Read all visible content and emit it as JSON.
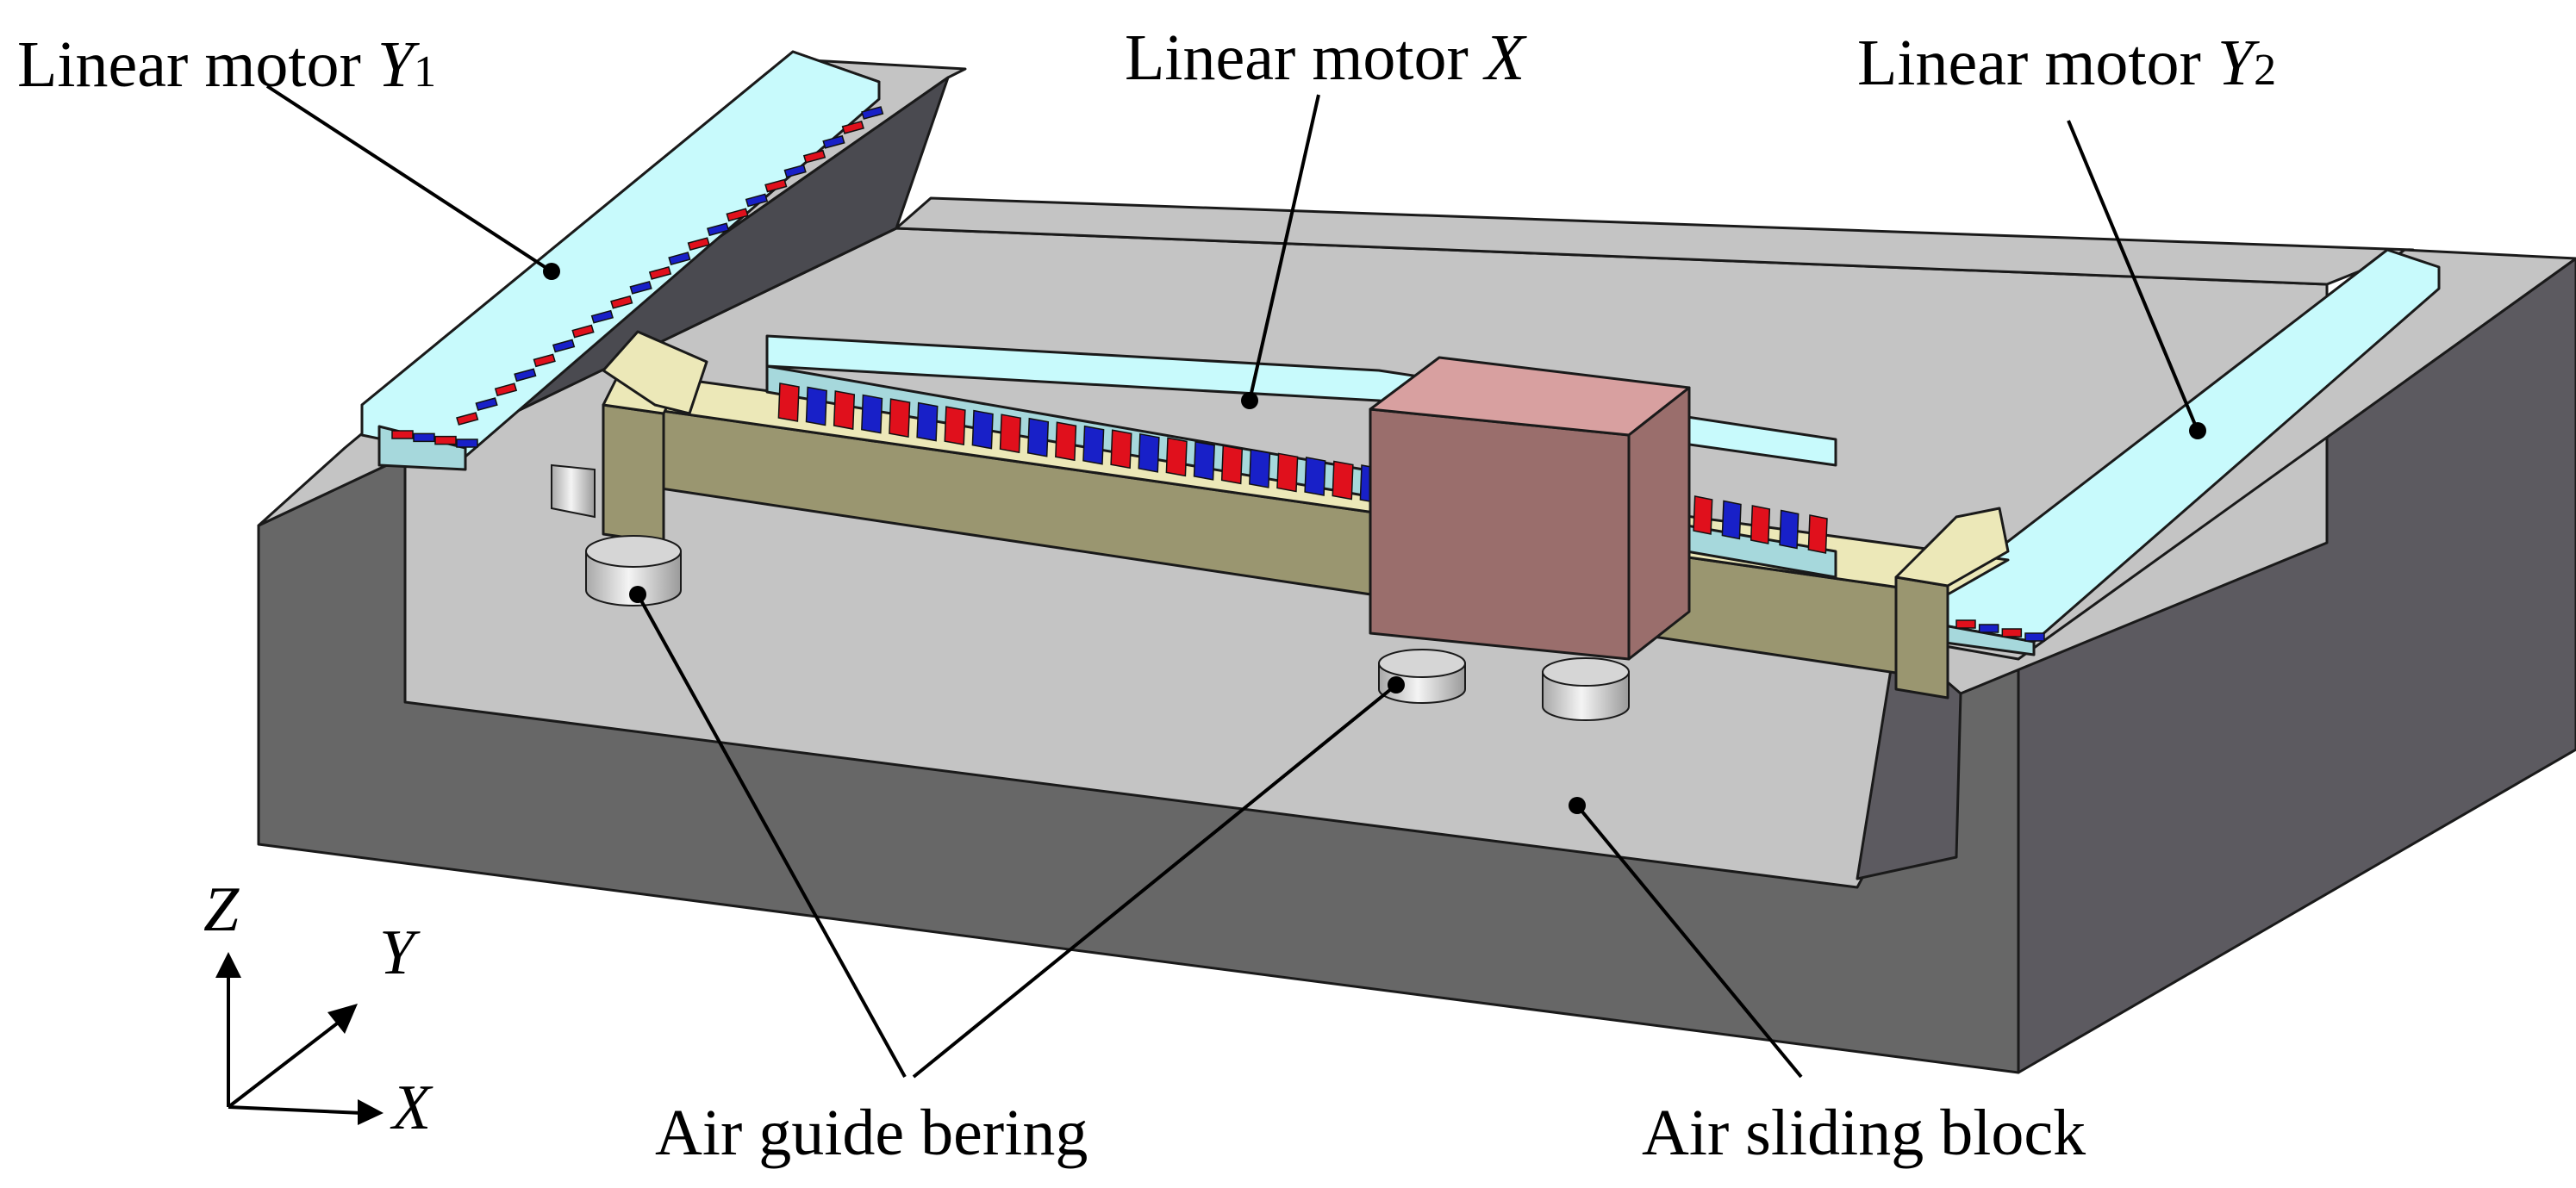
{
  "labels": {
    "y1": {
      "text": "Linear motor ",
      "var": "Y",
      "sub": "1"
    },
    "x": {
      "text": "Linear motor ",
      "var": "X"
    },
    "y2": {
      "text": "Linear motor ",
      "var": "Y",
      "sub": "2"
    },
    "bearing": "Air guide bering",
    "sliding": "Air sliding block"
  },
  "axes": {
    "z": "Z",
    "y": "Y",
    "x": "X"
  },
  "colors": {
    "base_front": "#676767",
    "base_right": "#5c5a60",
    "base_dark": "#4a4a50",
    "top_surface": "#c4c4c4",
    "motor_cover": "#c8fafc",
    "motor_cover_side": "#a6d8dc",
    "magnet_red": "#e0101c",
    "magnet_blue": "#1820c8",
    "beam": "#9a9670",
    "beam_light": "#ece8b8",
    "slider_block": "#9a6e6c",
    "slider_block_top": "#d8a0a0",
    "bearing": "#d6d6d6"
  }
}
